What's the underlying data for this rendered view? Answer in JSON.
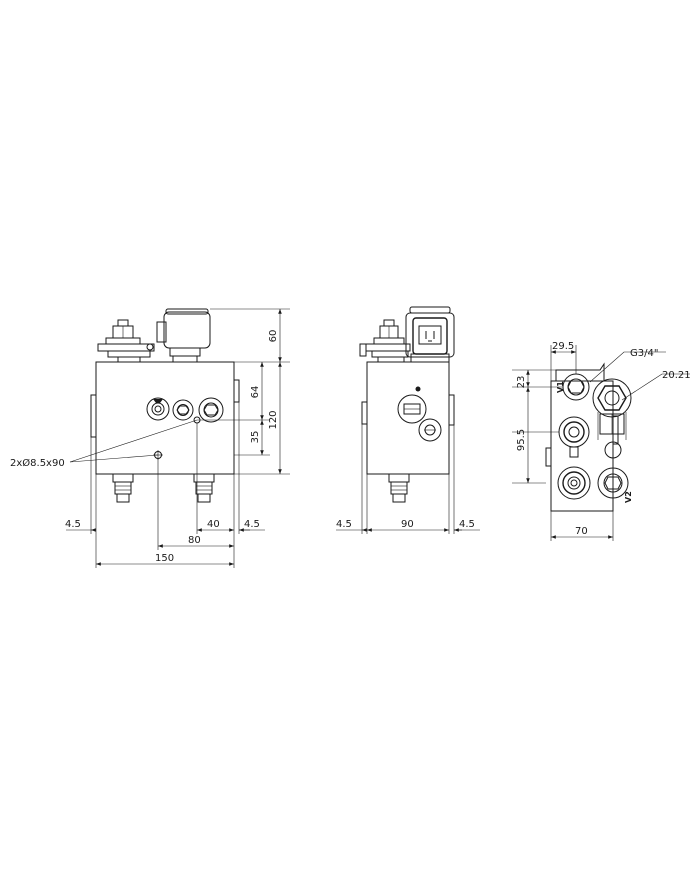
{
  "front_view": {
    "dims": {
      "height_top": "60",
      "height_64": "64",
      "height_120": "120",
      "height_35": "35",
      "left_offset": "4.5",
      "spacing_40": "40",
      "right_offset": "4.5",
      "spacing_80": "80",
      "width_150": "150"
    },
    "hole_callout": "2xØ8.5x90"
  },
  "side_view": {
    "dims": {
      "left_offset": "4.5",
      "width_90": "90",
      "right_offset": "4.5"
    }
  },
  "top_view": {
    "dims": {
      "offset_29_5": "29.5",
      "offset_23": "23",
      "offset_95_5": "95.5",
      "width_70": "70"
    },
    "thread_callout": "G3/4\"",
    "spanner_callout": "20.21",
    "port_v1": "V1",
    "port_v2": "V2"
  }
}
